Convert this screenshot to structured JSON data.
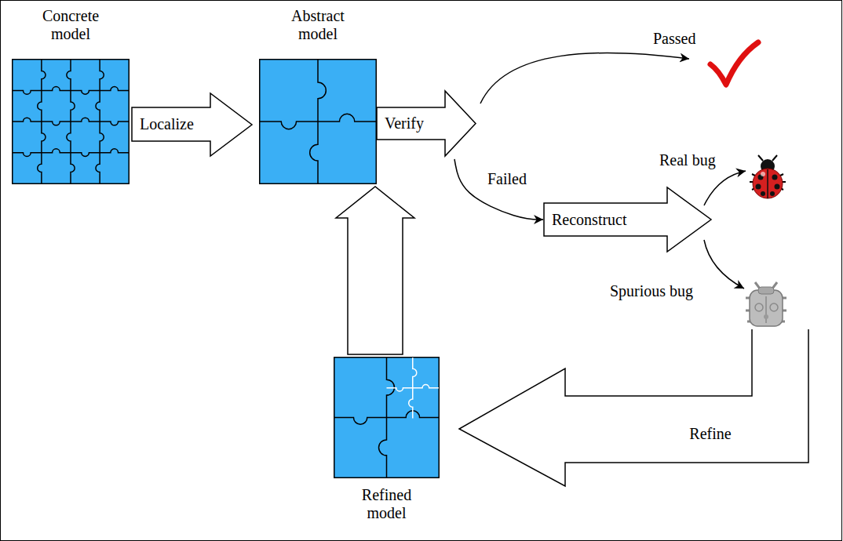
{
  "diagram": {
    "nodes": [
      {
        "text": [
          "Concrete model"
        ]
      },
      {
        "text": [
          "Localize"
        ]
      },
      {
        "text": [
          "Abstract model"
        ]
      },
      {
        "text": [
          "Verify"
        ]
      },
      {
        "text": [
          "Reconstruct"
        ]
      },
      {
        "text": [
          "Refine"
        ]
      },
      {
        "text": [
          "Refined model"
        ]
      }
    ],
    "edges": [
      {
        "from": 3,
        "to": 4,
        "label": "Failed",
        "arrow": "to"
      },
      {
        "from": 6,
        "to": 2,
        "arrow": "to"
      }
    ],
    "labels": [
      "Passed",
      "Real bug",
      "Spurious bug"
    ]
  }
}
